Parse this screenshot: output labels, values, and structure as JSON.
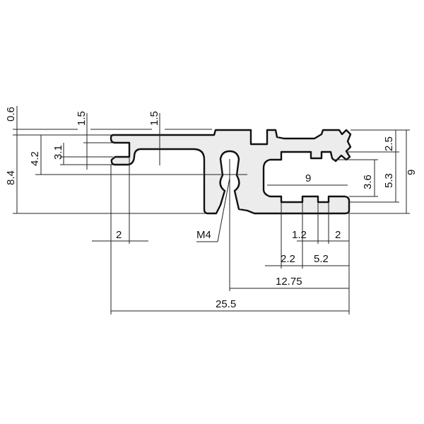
{
  "drawing": {
    "profile_fill": "#ececec",
    "thread_label": "M4",
    "dimensions": {
      "top_offset": "0.6",
      "left_lip_top": "1.5",
      "arm_thickness": "1.5",
      "slot_height_left": "4.2",
      "slot_inner_left": "3.1",
      "total_height_left": "8.4",
      "left_tab_width": "2",
      "groove_depth": "2.5",
      "slot_opening": "3.6",
      "slot_height_right": "5.3",
      "total_height_right": "9",
      "slot_width": "9",
      "tooth_width": "1.2",
      "end_width": "2",
      "tooth_offset": "2.2",
      "tooth_pitch": "5.2",
      "hole_to_end": "12.75",
      "overall_width": "25.5"
    }
  }
}
